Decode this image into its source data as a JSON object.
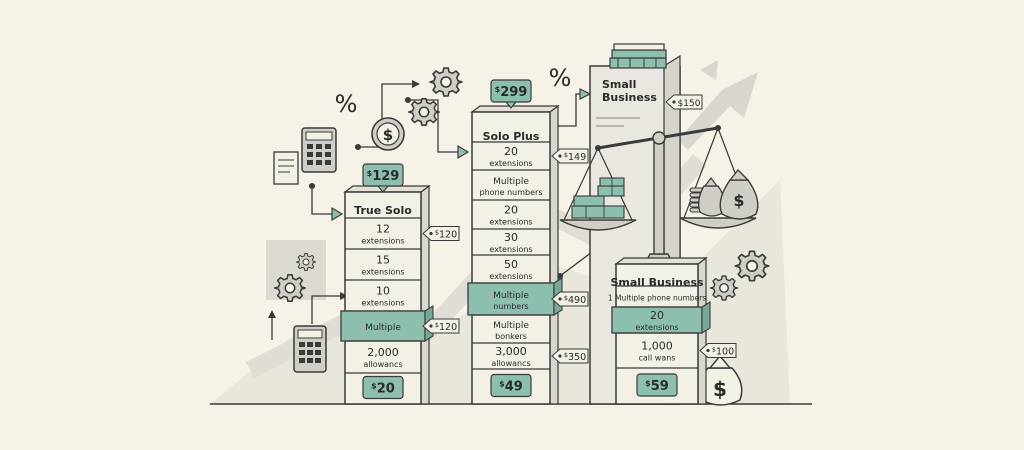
{
  "colors": {
    "background": "#f6f2e7",
    "accent": "#8cbfae",
    "ink": "#3a3a3a",
    "panel": "#f3f0e6",
    "shadow": "#d9d6cf"
  },
  "icons": [
    "percent-icon",
    "gear-icon",
    "dollar-coin-icon",
    "calculator-icon",
    "document-icon",
    "cash-stack-icon",
    "balance-scale-icon",
    "money-bag-icon",
    "coin-stack-icon",
    "growth-arrow-icon"
  ],
  "percent_symbol": "%",
  "dollar_symbol": "$",
  "plans": [
    {
      "name": "True Solo",
      "top_price": "129",
      "bottom_price": "20",
      "rows": [
        {
          "num": "12",
          "text": "extensions"
        },
        {
          "num": "15",
          "text": "extensions"
        },
        {
          "num": "10",
          "text": "extensions"
        },
        {
          "num": "",
          "text": "Multiple"
        },
        {
          "num": "2,000",
          "text": "allowancs"
        }
      ],
      "tags": [
        "$120",
        "$120"
      ]
    },
    {
      "name": "Solo Plus",
      "top_price": "299",
      "bottom_price": "49",
      "rows": [
        {
          "num": "20",
          "text": "extensions"
        },
        {
          "num": "",
          "text": "Multiple phone numbers"
        },
        {
          "num": "20",
          "text": "extensions"
        },
        {
          "num": "30",
          "text": "extensions"
        },
        {
          "num": "50",
          "text": "extensions"
        },
        {
          "num": "",
          "text": "Multiple numbers"
        },
        {
          "num": "",
          "text": "Multiple bonkers"
        },
        {
          "num": "3,000",
          "text": "allowancs"
        }
      ],
      "tags": [
        "$149",
        "$490",
        "$350"
      ]
    },
    {
      "name": "Small Business",
      "bottom_price": "59",
      "rows": [
        {
          "num": "",
          "text": "1 Multiple phone numbers"
        },
        {
          "num": "20",
          "text": "extensions"
        },
        {
          "num": "1,000",
          "text": "call wans"
        }
      ],
      "tags": [
        "$100"
      ]
    }
  ],
  "tower_small_business": {
    "title_line1": "Small",
    "title_line2": "Business",
    "tag": "$150"
  }
}
